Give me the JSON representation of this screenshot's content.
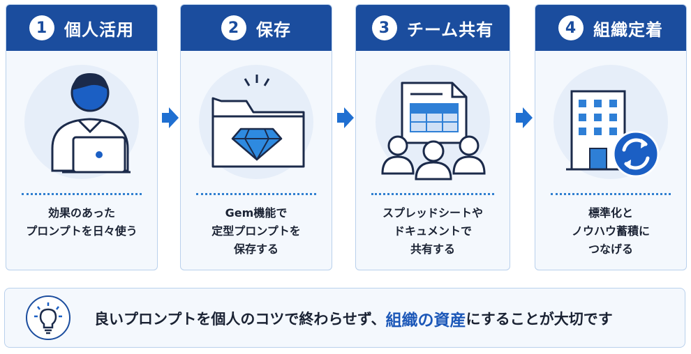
{
  "steps": [
    {
      "number": "1",
      "title": "個人活用",
      "icon": "person-laptop-icon",
      "desc": [
        "効果のあった",
        "プロンプトを日々使う"
      ]
    },
    {
      "number": "2",
      "title": "保存",
      "icon": "gem-folder-icon",
      "desc": [
        "Gem機能で",
        "定型プロンプトを",
        "保存する"
      ]
    },
    {
      "number": "3",
      "title": "チーム共有",
      "icon": "team-document-icon",
      "desc": [
        "スプレッドシートや",
        "ドキュメントで",
        "共有する"
      ]
    },
    {
      "number": "4",
      "title": "組織定着",
      "icon": "building-cycle-icon",
      "desc": [
        "標準化と",
        "ノウハウ蓄積に",
        "つなげる"
      ]
    }
  ],
  "banner": {
    "icon": "lightbulb-icon",
    "text_before": "良いプロンプトを個人のコツで終わらせず、",
    "highlight": "組織の資産",
    "text_after": "にすることが大切です"
  },
  "colors": {
    "primary": "#1b4d9e",
    "accent": "#1f6fd1",
    "light": "#e6eef9",
    "card_bg": "#f4f8fd"
  }
}
